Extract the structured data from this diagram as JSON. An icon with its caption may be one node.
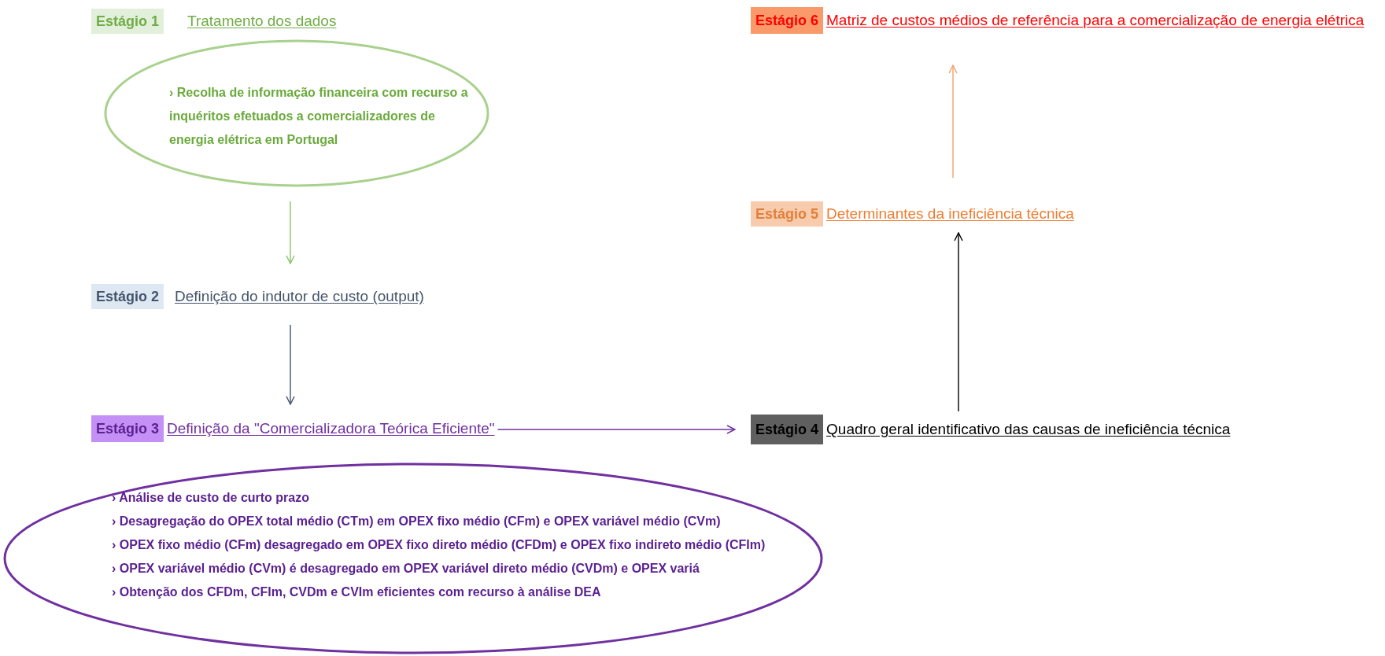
{
  "diagram": {
    "nodes": [
      {
        "text": [
          "Estágio 1",
          "Tratamento dos dados"
        ]
      },
      {
        "text": [
          "› Recolha de informação financeira com recurso a inquéritos efetuados a comercializadores de energia elétrica em Portugal"
        ]
      },
      {
        "text": [
          "Estágio 2",
          "Definição do indutor de custo (output)"
        ]
      },
      {
        "text": [
          "Estágio 3",
          "Definição da \"Comercializadora Teórica Eficiente\""
        ]
      },
      {
        "text": [
          "› Análise de custo de curto prazo",
          "› Desagregação do OPEX total médio (CTm) em OPEX fixo médio (CFm) e OPEX variável médio (CVm)",
          "› OPEX fixo médio (CFm) desagregado em OPEX fixo direto médio (CFDm) e OPEX fixo indireto médio (CFIm)",
          "› OPEX variável médio (CVm) é desagregado em OPEX variável direto médio (CVDm) e OPEX variá",
          "› Obtenção dos CFDm, CFIm, CVDm e CVIm eficientes com recurso à análise DEA"
        ]
      },
      {
        "text": [
          "Estágio 4",
          "Quadro geral identificativo das causas de ineficiência técnica"
        ]
      },
      {
        "text": [
          "Estágio 5",
          "Determinantes da ineficiência técnica"
        ]
      },
      {
        "text": [
          "Estágio 6",
          "Matriz de custos médios de referência para a comercialização de energia elétrica"
        ]
      }
    ],
    "edges": [
      {
        "from": 1,
        "to": 2,
        "arrow": "to",
        "color": "#8cc06c"
      },
      {
        "from": 2,
        "to": 3,
        "arrow": "to",
        "color": "#44546a"
      },
      {
        "from": 3,
        "to": 5,
        "arrow": "to",
        "color": "#7030a0"
      },
      {
        "from": 5,
        "to": 6,
        "arrow": "to",
        "color": "#000000"
      },
      {
        "from": 6,
        "to": 7,
        "arrow": "to",
        "color": "#f4a06a"
      }
    ]
  }
}
